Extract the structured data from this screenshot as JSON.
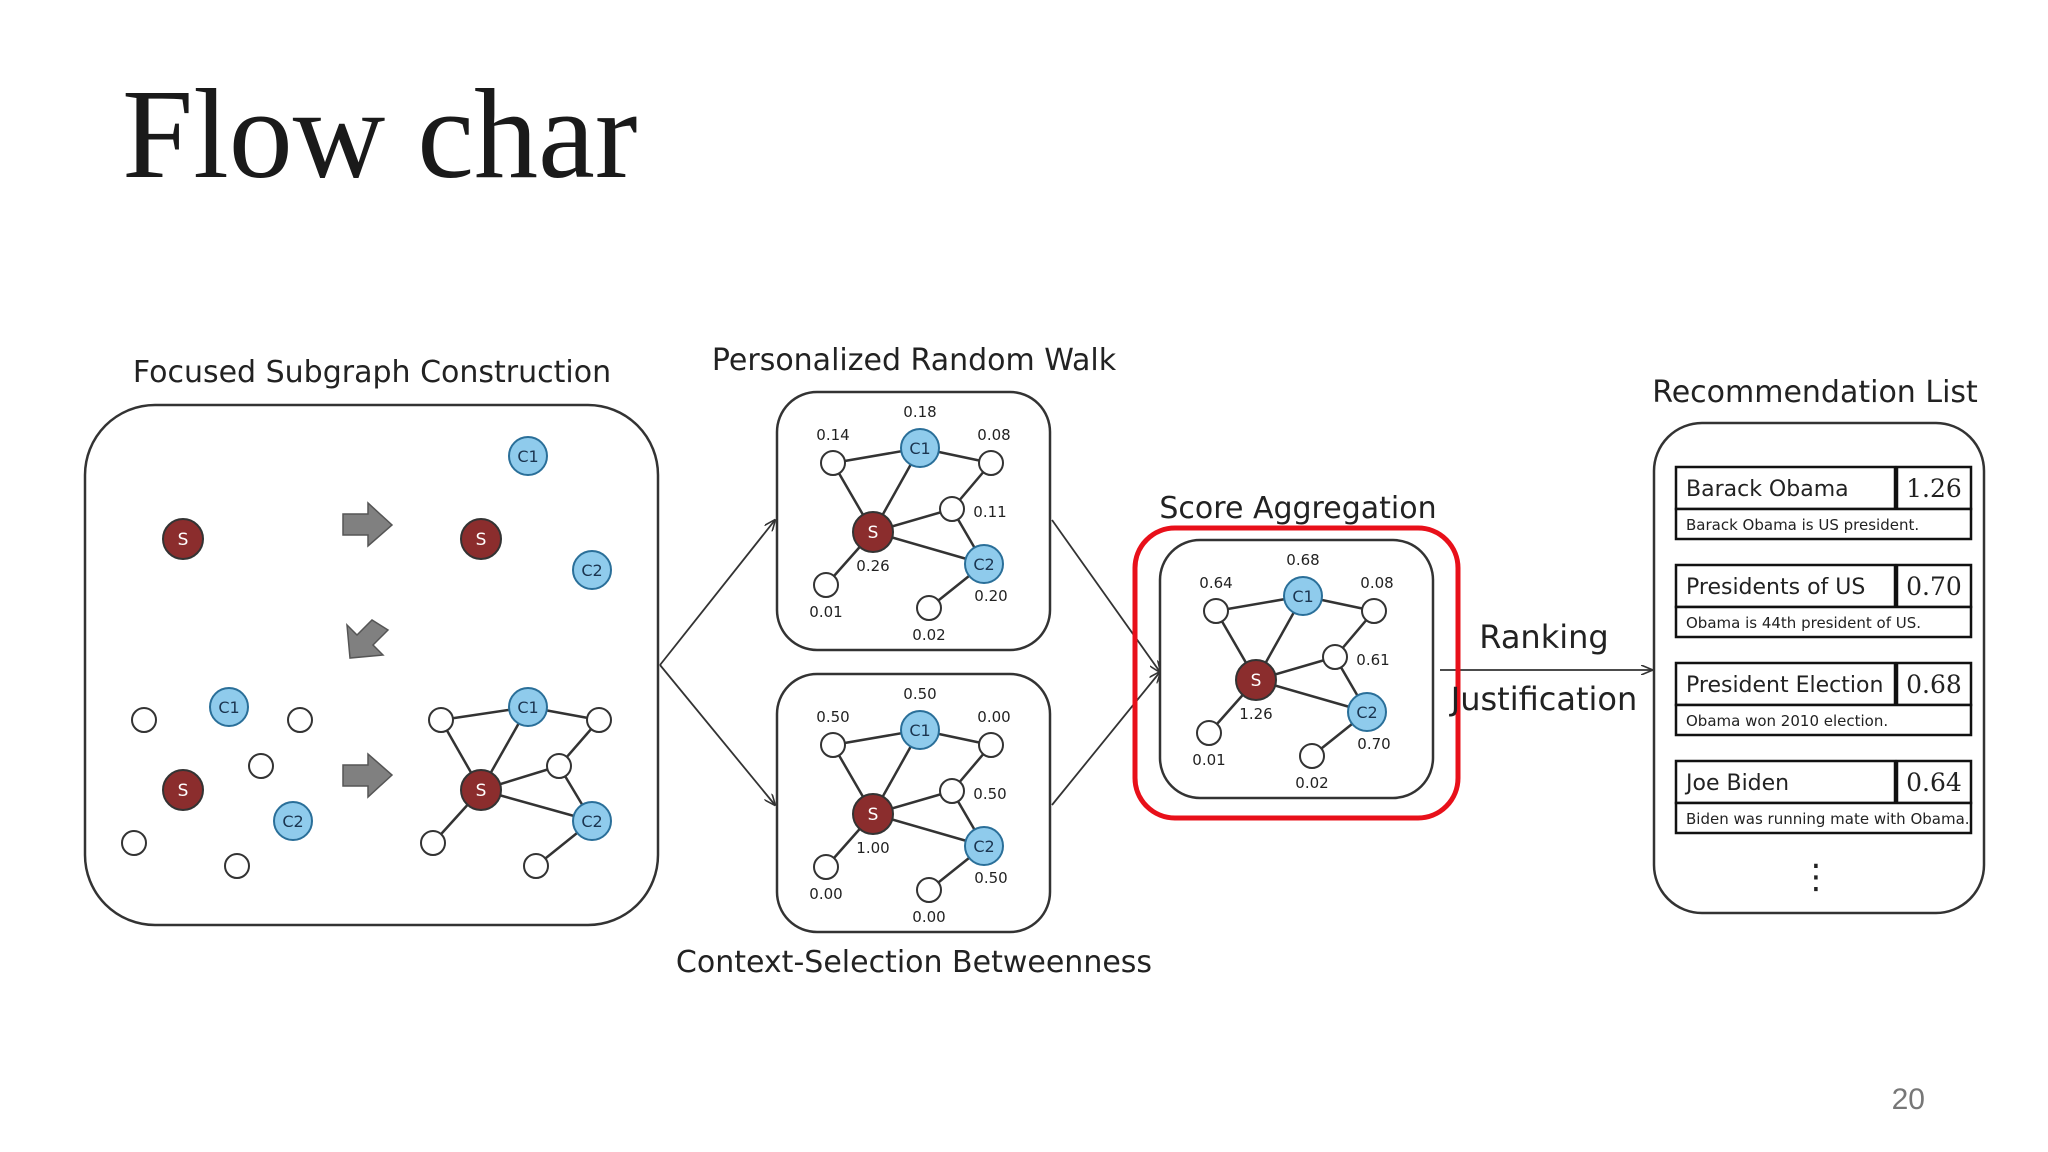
{
  "slide": {
    "title": "Flow char",
    "page_number": "20"
  },
  "stages": {
    "focused_subgraph": "Focused Subgraph Construction",
    "random_walk": "Personalized Random Walk",
    "betweenness": "Context-Selection Betweenness",
    "score_aggregation": "Score Aggregation",
    "recommendation_list": "Recommendation List"
  },
  "edge_labels": {
    "ranking": "Ranking",
    "justification": "Justification"
  },
  "node_labels": {
    "seed": "S",
    "candidate_1": "C1",
    "candidate_2": "C2"
  },
  "graphs": {
    "random_walk": [
      "0.14",
      "0.18",
      "0.08",
      "0.11",
      "0.26",
      "0.20",
      "0.01",
      "0.02"
    ],
    "betweenness": [
      "0.50",
      "0.50",
      "0.00",
      "0.50",
      "1.00",
      "0.50",
      "0.00",
      "0.00"
    ],
    "aggregation": [
      "0.64",
      "0.68",
      "0.08",
      "0.61",
      "1.26",
      "0.70",
      "0.01",
      "0.02"
    ]
  },
  "recommendations": [
    {
      "name": "Barack Obama",
      "score": "1.26",
      "justification": "Barack Obama is US president."
    },
    {
      "name": "Presidents of US",
      "score": "0.70",
      "justification": "Obama is 44th president of US."
    },
    {
      "name": "President Election",
      "score": "0.68",
      "justification": "Obama won 2010 election."
    },
    {
      "name": "Joe Biden",
      "score": "0.64",
      "justification": "Biden was running mate with Obama."
    }
  ],
  "recommendation_more": "⋮",
  "colors": {
    "seed": "#8b2d2d",
    "candidate": "#8fcbec",
    "highlight": "#e8101a",
    "arrow": "#808080"
  },
  "icons": [
    "big-arrow-right-icon",
    "big-arrow-down-left-icon",
    "flow-arrow-icon"
  ]
}
